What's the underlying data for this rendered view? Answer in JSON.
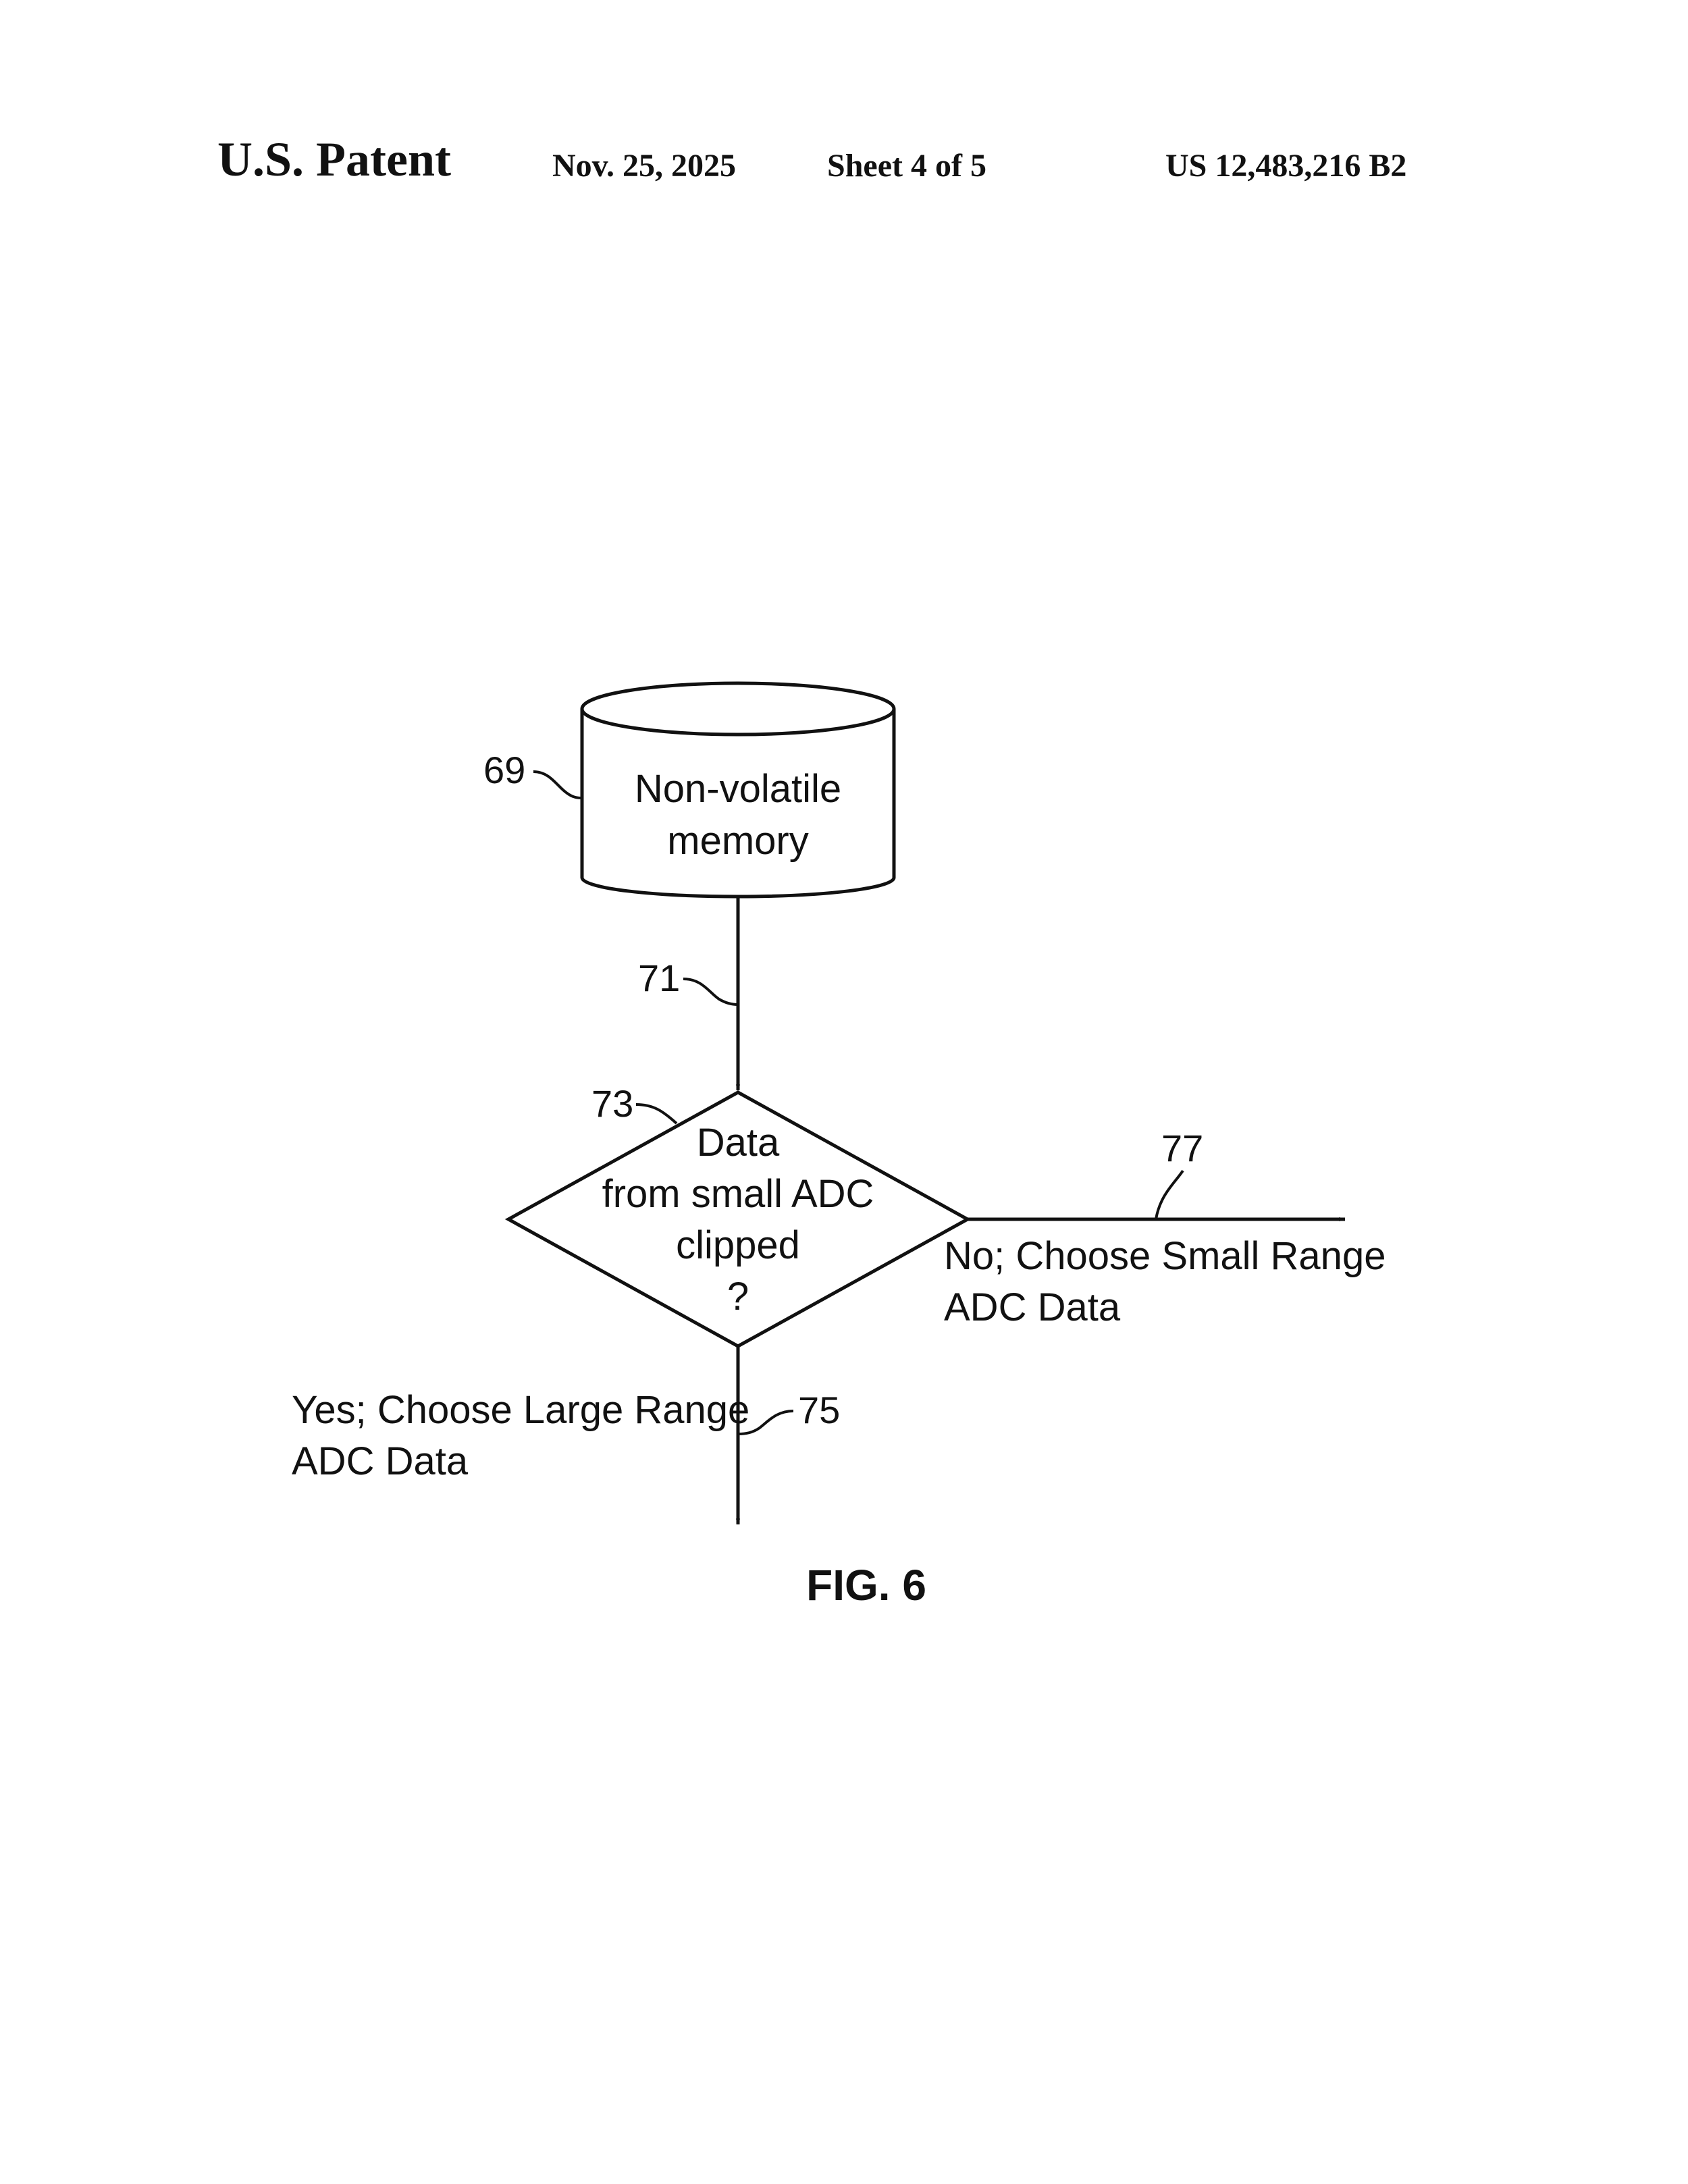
{
  "header": {
    "title": "U.S. Patent",
    "date": "Nov. 25, 2025",
    "sheet": "Sheet 4 of 5",
    "patent_number": "US 12,483,216 B2"
  },
  "diagram": {
    "memory": {
      "ref": "69",
      "line1": "Non-volatile",
      "line2": "memory"
    },
    "arrow_ref": "71",
    "decision": {
      "ref": "73",
      "line1": "Data",
      "line2": "from small ADC",
      "line3": "clipped",
      "line4": "?"
    },
    "no_branch": {
      "ref": "77",
      "line1": "No; Choose Small Range",
      "line2": "ADC Data"
    },
    "yes_branch": {
      "ref": "75",
      "line1": "Yes; Choose Large Range",
      "line2": "ADC Data"
    },
    "figure_label": "FIG. 6"
  }
}
